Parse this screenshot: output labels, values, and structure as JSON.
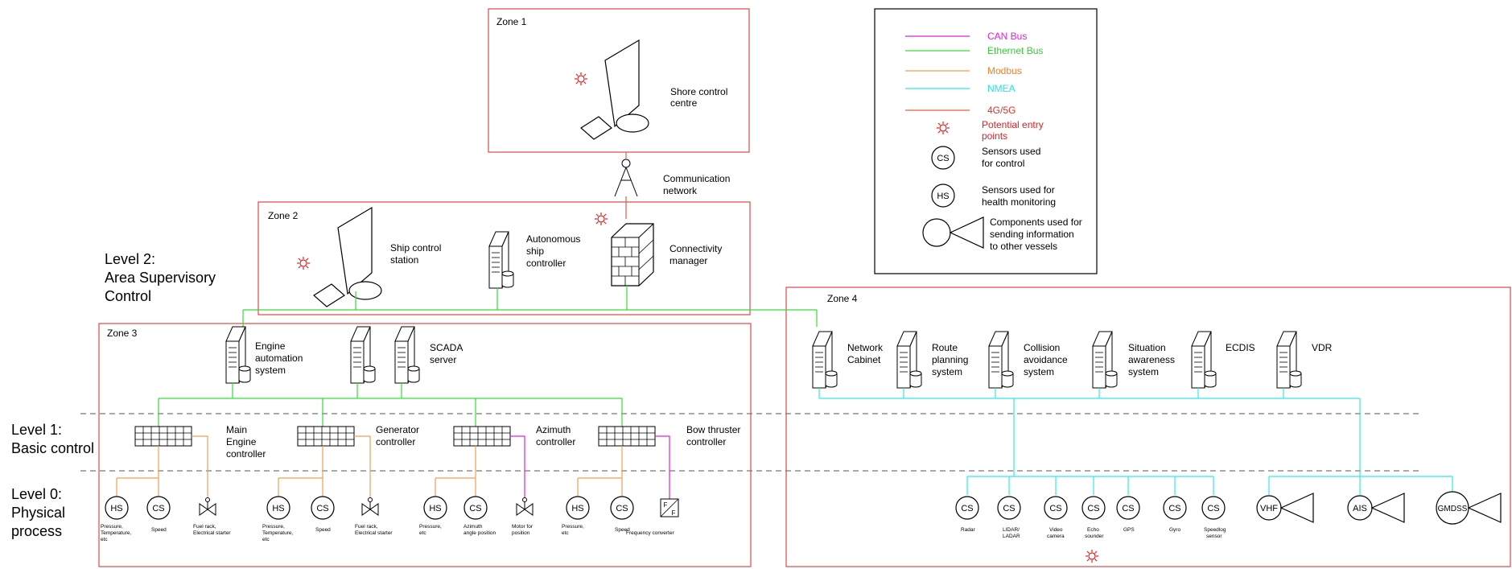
{
  "levels": {
    "l2_line1": "Level 2:",
    "l2_line2": "Area Supervisory",
    "l2_line3": "Control",
    "l1_line1": "Level 1:",
    "l1_line2": "Basic control",
    "l0_line1": "Level 0:",
    "l0_line2": "Physical",
    "l0_line3": "process"
  },
  "zones": {
    "z1": "Zone 1",
    "z2": "Zone 2",
    "z3": "Zone 3",
    "z4": "Zone 4"
  },
  "nodes": {
    "shore_1": "Shore control",
    "shore_2": "centre",
    "comm_1": "Communication",
    "comm_2": "network",
    "ship_1": "Ship control",
    "ship_2": "station",
    "auto_1": "Autonomous",
    "auto_2": "ship",
    "auto_3": "controller",
    "conn_1": "Connectivity",
    "conn_2": "manager",
    "eng_1": "Engine",
    "eng_2": "automation",
    "eng_3": "system",
    "scada_1": "SCADA",
    "scada_2": "server",
    "net_1": "Network",
    "net_2": "Cabinet",
    "route_1": "Route",
    "route_2": "planning",
    "route_3": "system",
    "coll_1": "Collision",
    "coll_2": "avoidance",
    "coll_3": "system",
    "sit_1": "Situation",
    "sit_2": "awareness",
    "sit_3": "system",
    "ecdis": "ECDIS",
    "vdr": "VDR",
    "me_1": "Main",
    "me_2": "Engine",
    "me_3": "controller",
    "gen_1": "Generator",
    "gen_2": "controller",
    "azi_1": "Azimuth",
    "azi_2": "controller",
    "bow_1": "Bow thruster",
    "bow_2": "controller"
  },
  "sensors": {
    "hs": "HS",
    "cs": "CS",
    "vhf": "VHF",
    "ais": "AIS",
    "gmdss": "GMDSS"
  },
  "small": {
    "s1a": "Pressure,",
    "s1b": "Temperature,",
    "s1c": "etc",
    "s2": "Speed",
    "s3a": "Fuel rack,",
    "s3b": "Electrical starter",
    "s4a": "Pressure,",
    "s4b": "Temperature,",
    "s4c": "etc",
    "s5": "Speed",
    "s6a": "Fuel rack,",
    "s6b": "Electrical starter",
    "s7a": "Pressure,",
    "s7b": "etc",
    "s8a": "Azimuth",
    "s8b": "angle position",
    "s9a": "Motor for",
    "s9b": "position",
    "s10a": "Pressure,",
    "s10b": "etc",
    "s11": "Speed",
    "s12": "Frequency converter",
    "r1": "Radar",
    "r2a": "LIDAR/",
    "r2b": "LADAR",
    "r3a": "Video",
    "r3b": "camera",
    "r4a": "Echo",
    "r4b": "sounder",
    "r5": "GPS",
    "r6": "Gyro",
    "r7a": "Speedlog",
    "r7b": "sensor",
    "ff": "F"
  },
  "legend": {
    "can": "CAN Bus",
    "eth": "Ethernet Bus",
    "modbus": "Modbus",
    "nmea": "NMEA",
    "g45": "4G/5G",
    "entry_1": "Potential entry",
    "entry_2": "points",
    "cs_1": "Sensors used",
    "cs_2": "for control",
    "hs_1": "Sensors used for",
    "hs_2": "health monitoring",
    "comp_1": "Components used for",
    "comp_2": "sending information",
    "comp_3": "to other vessels"
  },
  "colors": {
    "can": "#e020e0",
    "ethernet": "#30e030",
    "modbus": "#f0a050",
    "nmea": "#30e8e8",
    "g45": "#e06040",
    "zone_border": "#e04848",
    "entry_point": "#e02020"
  }
}
